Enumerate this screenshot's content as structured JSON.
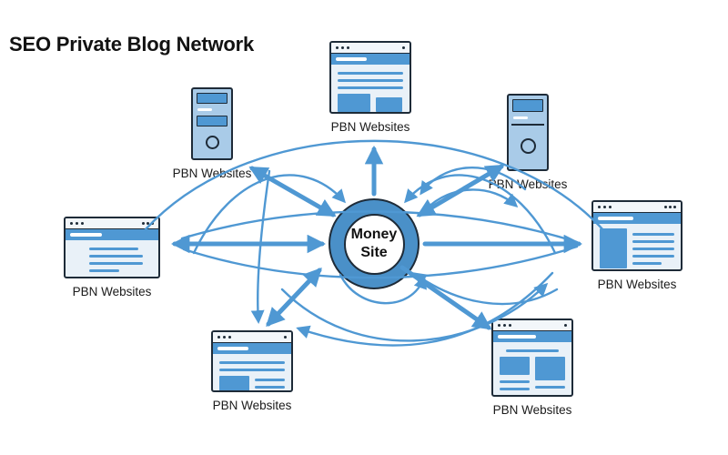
{
  "title": "SEO Private Blog Network",
  "colors": {
    "accent": "#4f98d3",
    "ring": "#4a90c8",
    "panel": "#a9cbe8",
    "outline": "#1e2b38",
    "paper": "#e9f1f8",
    "background": "#ffffff"
  },
  "diagram": {
    "center": {
      "id": "money-site",
      "label": "Money Site"
    },
    "nodes": [
      {
        "id": "pbn-top",
        "icon": "browser-window-icon",
        "label": "PBN Websites"
      },
      {
        "id": "pbn-upper-left",
        "icon": "server-tower-icon",
        "label": "PBN Websites"
      },
      {
        "id": "pbn-upper-right",
        "icon": "server-tower-icon",
        "label": "PBN Websites"
      },
      {
        "id": "pbn-left",
        "icon": "browser-window-icon",
        "label": "PBN Websites"
      },
      {
        "id": "pbn-right",
        "icon": "browser-window-icon",
        "label": "PBN Websites"
      },
      {
        "id": "pbn-bottom-left",
        "icon": "browser-window-icon",
        "label": "PBN Websites"
      },
      {
        "id": "pbn-bottom-right",
        "icon": "browser-window-icon",
        "label": "PBN Websites"
      }
    ],
    "edges": [
      {
        "from": "money-site",
        "to": "pbn-top",
        "style": "thick",
        "arrows": "to"
      },
      {
        "from": "money-site",
        "to": "pbn-upper-left",
        "style": "thick",
        "arrows": "both"
      },
      {
        "from": "money-site",
        "to": "pbn-upper-right",
        "style": "thick",
        "arrows": "both"
      },
      {
        "from": "money-site",
        "to": "pbn-left",
        "style": "thick",
        "arrows": "both"
      },
      {
        "from": "money-site",
        "to": "pbn-right",
        "style": "thick",
        "arrows": "to"
      },
      {
        "from": "money-site",
        "to": "pbn-bottom-left",
        "style": "thick",
        "arrows": "both"
      },
      {
        "from": "money-site",
        "to": "pbn-bottom-right",
        "style": "thick",
        "arrows": "to"
      }
    ],
    "interlinks": "Thin curved arrows cross-linking the PBN websites around and through the Money Site"
  }
}
